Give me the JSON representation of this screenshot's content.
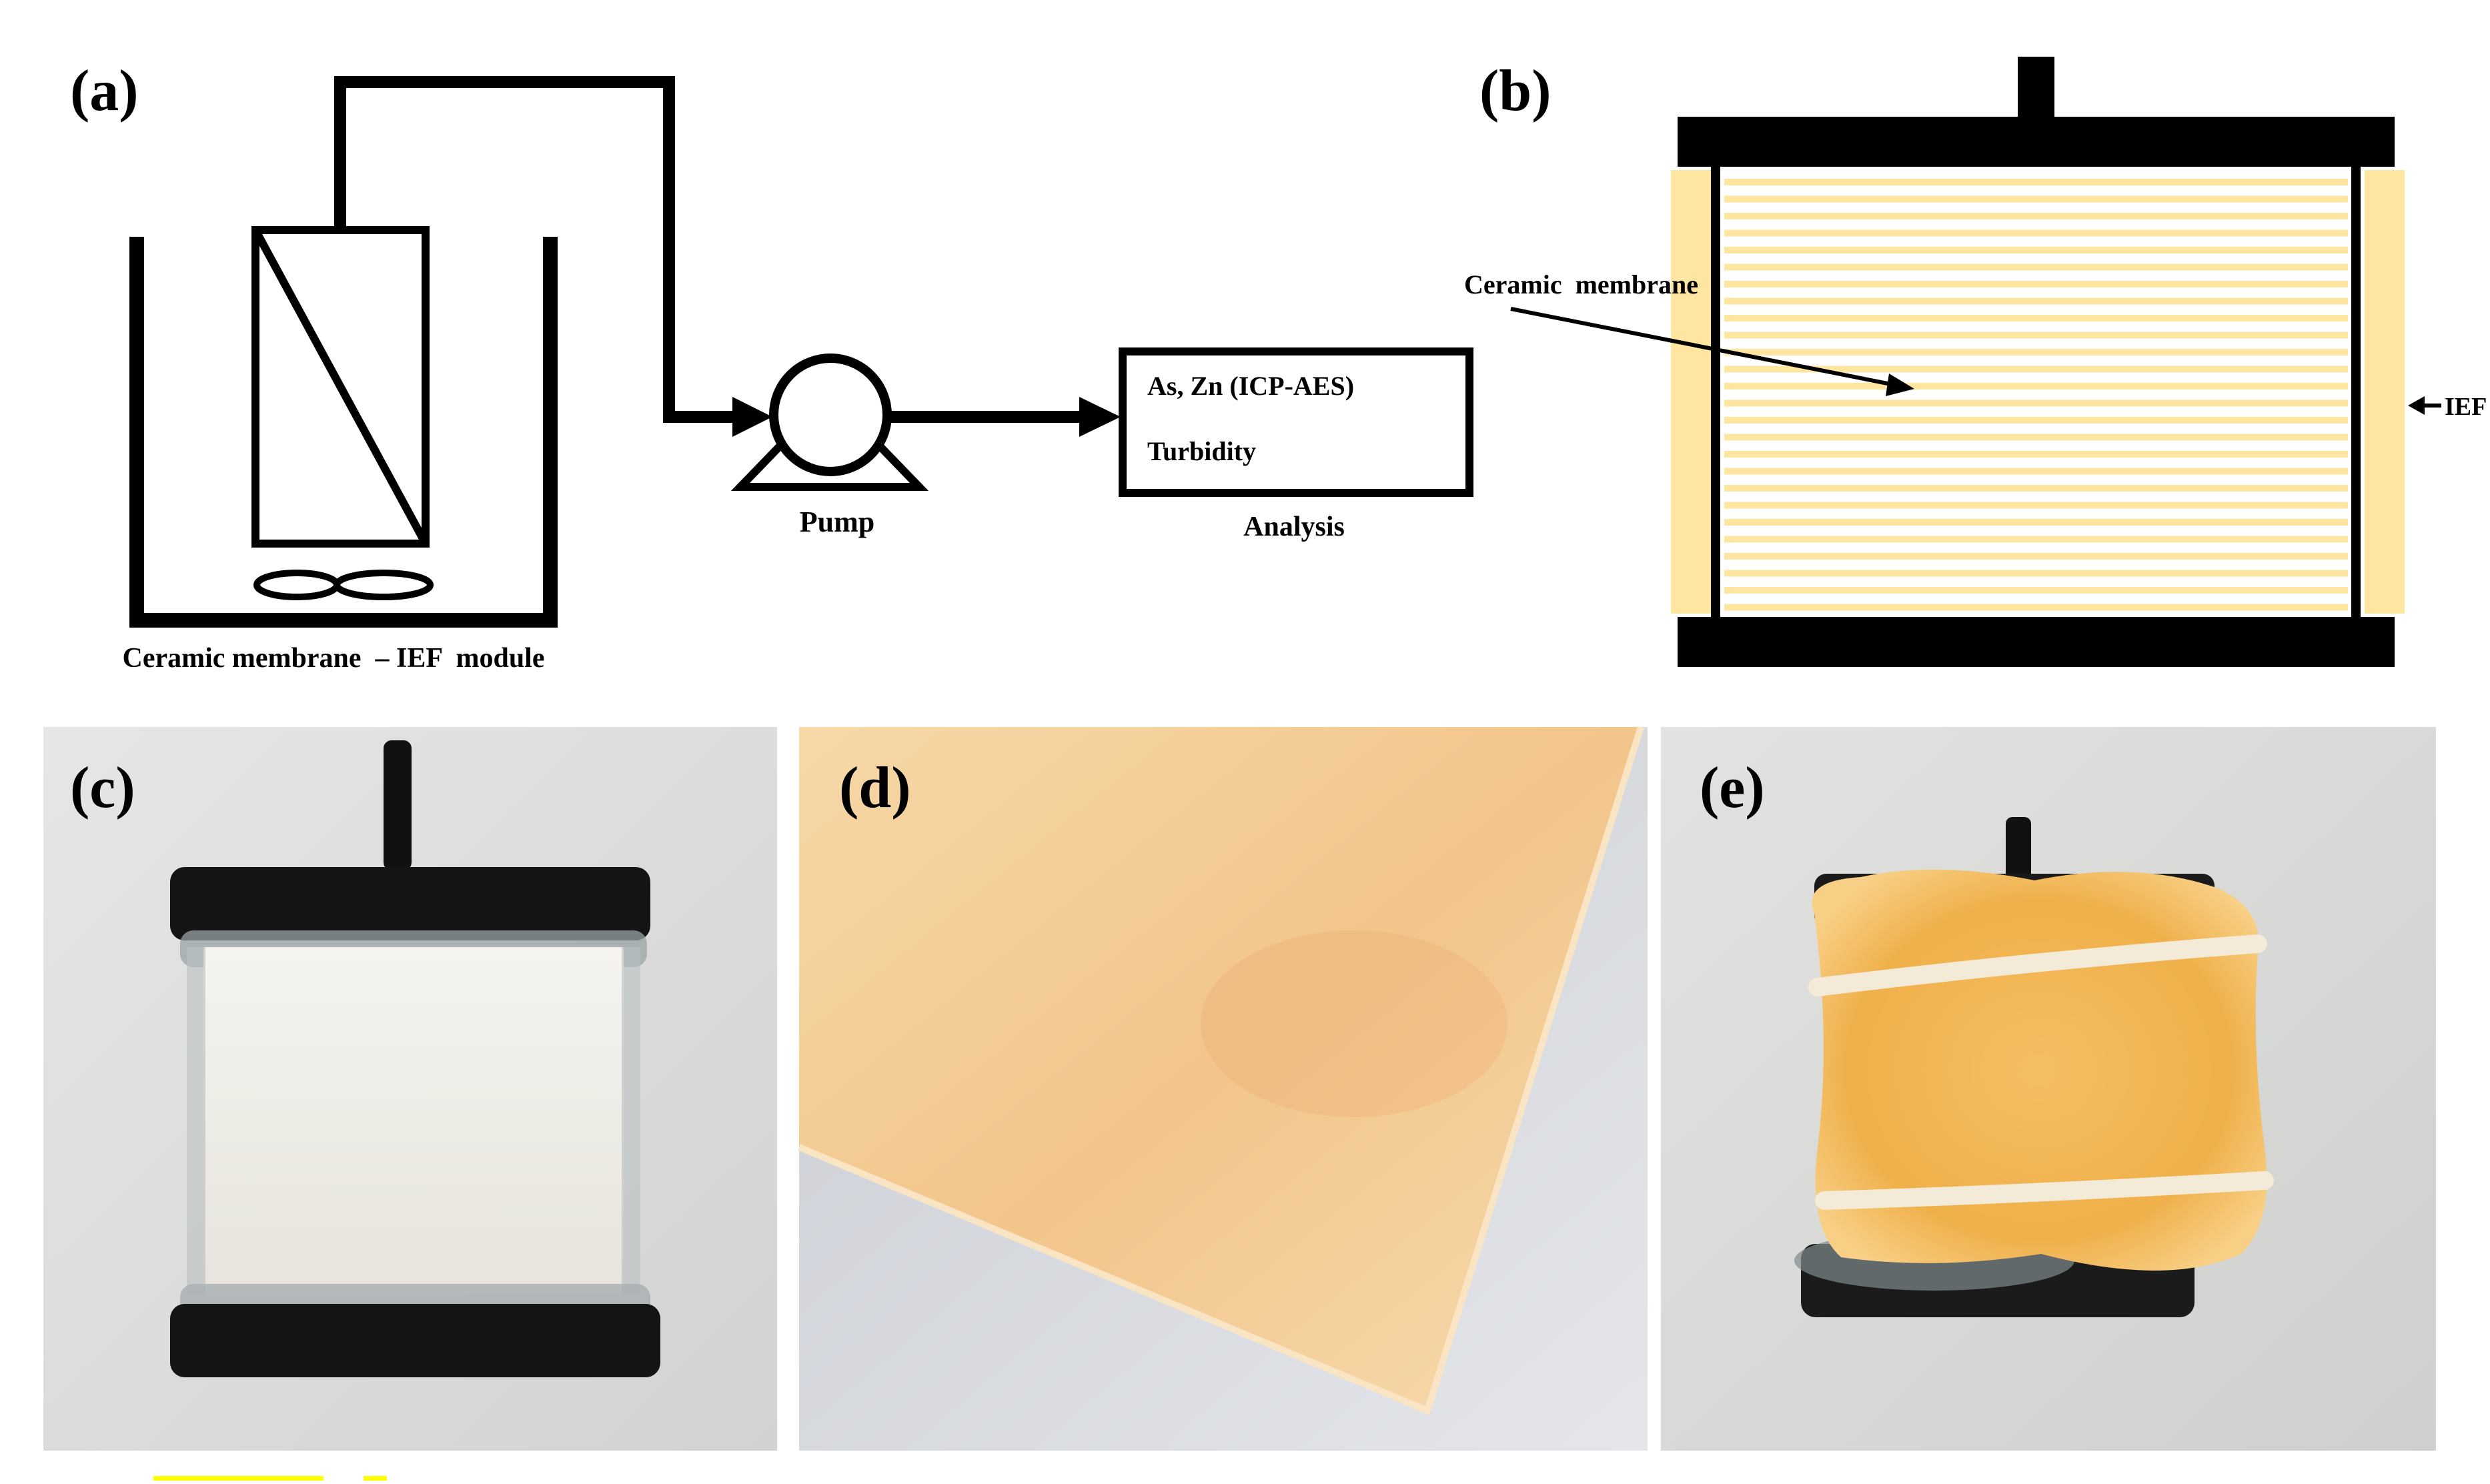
{
  "panels": {
    "a": {
      "label": "(a)",
      "module_caption": "Ceramic membrane  – IEF  module",
      "pump_label": "Pump",
      "analysis_items": [
        "As, Zn (ICP-AES)",
        "Turbidity"
      ],
      "analysis_caption": "Analysis"
    },
    "b": {
      "label": "(b)",
      "membrane_label": "Ceramic  membrane",
      "ief_label": "IEF",
      "colors": {
        "ief": "#FFE6A0",
        "frame": "#000000",
        "stripes": "#FFE6A0"
      }
    },
    "c": {
      "label": "(c)"
    },
    "d": {
      "label": "(d)"
    },
    "e": {
      "label": "(e)"
    }
  },
  "colors": {
    "felt": "#F2C77F",
    "felt_light": "#F6D8A8",
    "scale_bar": "#FFFF00"
  }
}
